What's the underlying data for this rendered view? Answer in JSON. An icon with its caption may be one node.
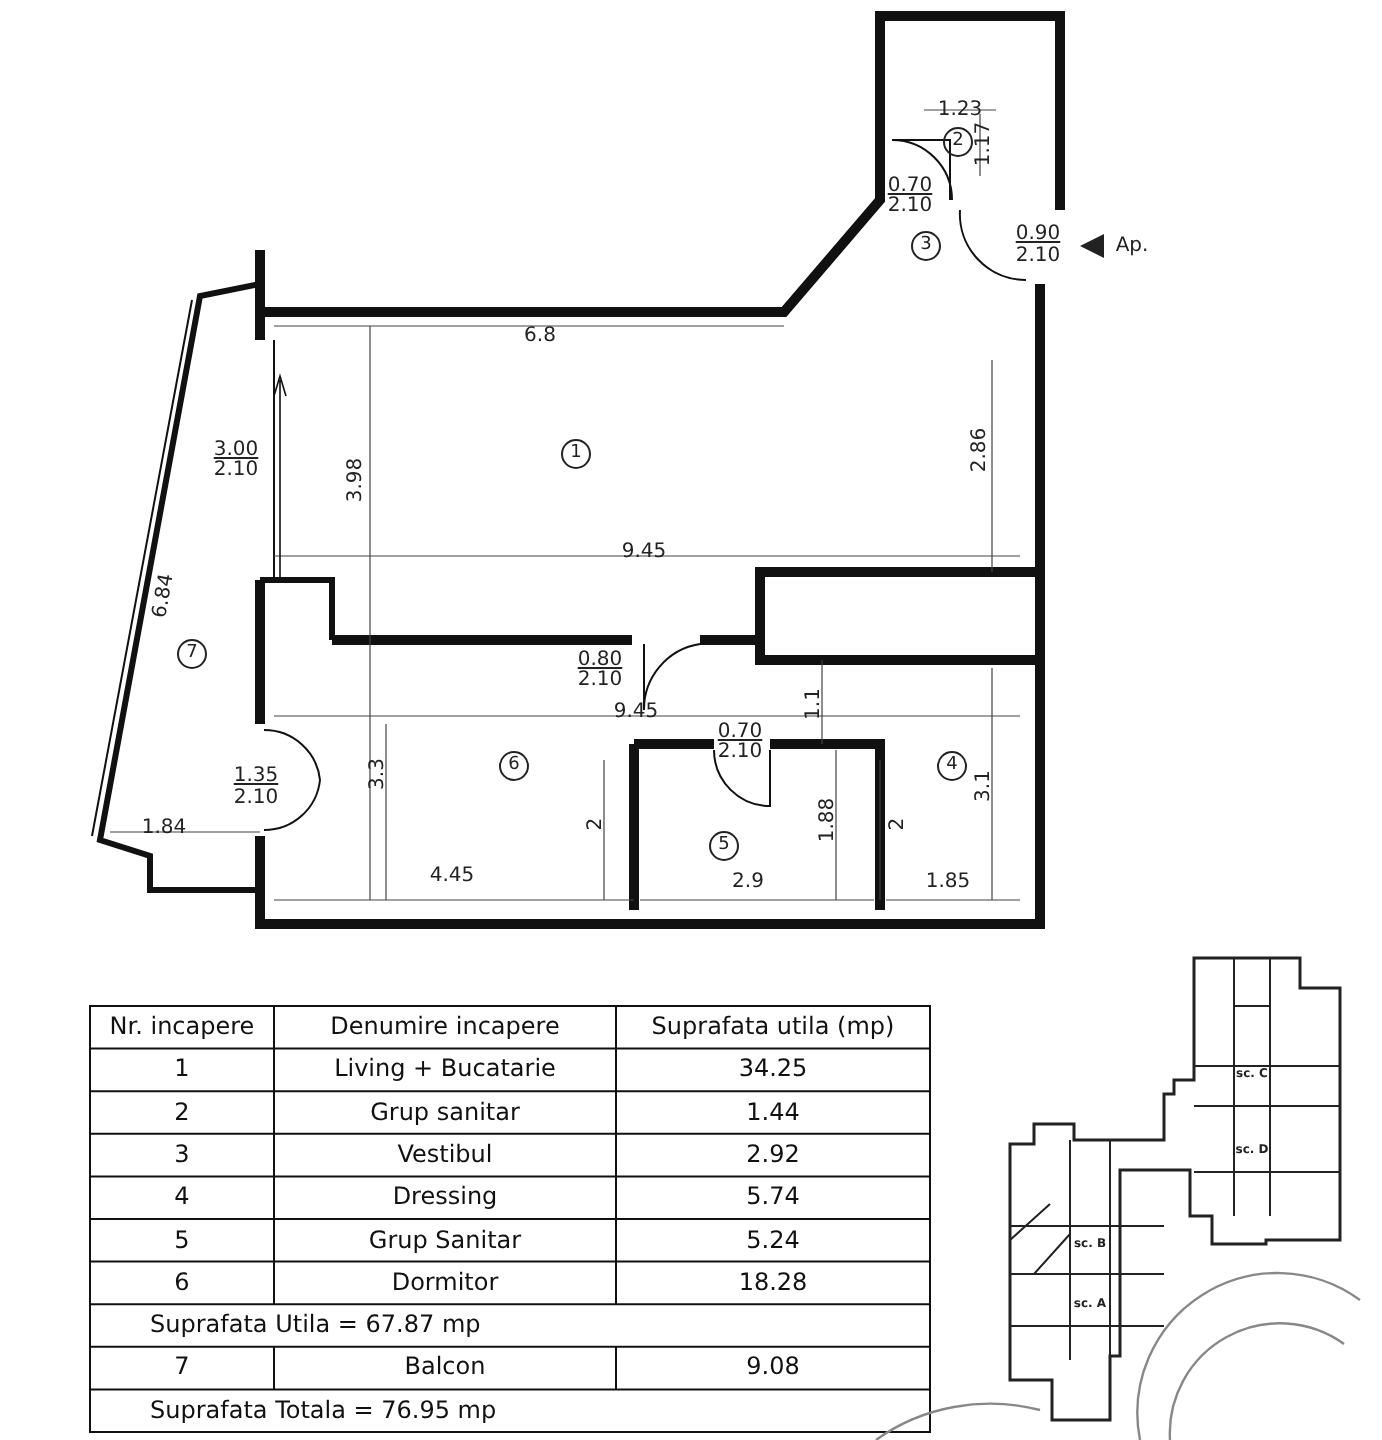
{
  "diagram": {
    "labels": [
      "1.23",
      "2",
      "1.17",
      "0.70",
      "2.10",
      "3",
      "0.90",
      "2.10",
      "Ap.",
      "6.8",
      "3.00",
      "2.10",
      "3.98",
      "1",
      "2.86",
      "6.84",
      "9.45",
      "7",
      "0.80",
      "2.10",
      "9.45",
      "1.1",
      "0.70",
      "2.10",
      "1.35",
      "2.10",
      "6",
      "4",
      "3.3",
      "3.1",
      "2",
      "1.88",
      "2",
      "5",
      "1.84",
      "4.45",
      "2.9",
      "1.85",
      "Nr. incapere",
      "Denumire incapere",
      "Suprafata utila (mp)",
      "1",
      "Living + Bucatarie",
      "34.25",
      "2",
      "Grup sanitar",
      "1.44",
      "3",
      "Vestibul",
      "2.92",
      "4",
      "Dressing",
      "5.74",
      "5",
      "Grup Sanitar",
      "5.24",
      "6",
      "Dormitor",
      "18.28",
      "Suprafata Utila = 67.87 mp",
      "7",
      "Balcon",
      "9.08",
      "Suprafata Totala = 76.95 mp",
      "sc. C",
      "sc. D",
      "sc. B",
      "sc. A"
    ]
  }
}
